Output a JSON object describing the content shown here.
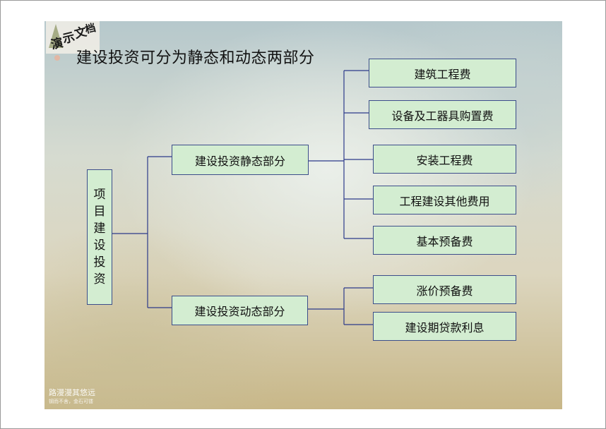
{
  "slide": {
    "logo_text": "演示文档",
    "title": "建设投资可分为静态和动态两部分",
    "watermark": {
      "main": "路漫漫其悠远",
      "sub": "钢而不舍，金石可镂"
    }
  },
  "diagram": {
    "root": {
      "label": "项目建设投资",
      "chars": [
        "项",
        "目",
        "建",
        "设",
        "投",
        "资"
      ]
    },
    "branches": [
      {
        "label": "建设投资静态部分",
        "children": [
          "建筑工程费",
          "设备及工器具购置费",
          "安装工程费",
          "工程建设其他费用",
          "基本预备费"
        ]
      },
      {
        "label": "建设投资动态部分",
        "children": [
          "涨价预备费",
          "建设期贷款利息"
        ]
      }
    ]
  },
  "colors": {
    "box_fill": "#d3edd1",
    "box_border": "#3c4d8a",
    "connector": "#2c3a8a"
  }
}
